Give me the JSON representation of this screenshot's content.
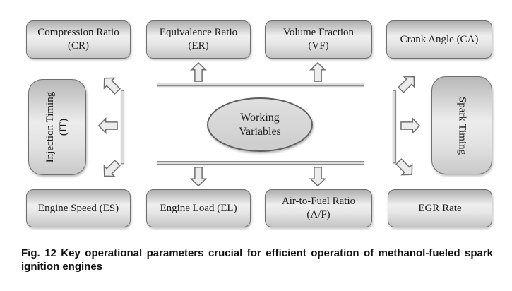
{
  "diagram": {
    "center": {
      "line1": "Working",
      "line2": "Variables"
    },
    "nodes": {
      "cr": {
        "line1": "Compression Ratio",
        "line2": "(CR)"
      },
      "er": {
        "line1": "Equivalence Ratio",
        "line2": "(ER)"
      },
      "vf": {
        "line1": "Volume Fraction",
        "line2": "(VF)"
      },
      "ca": {
        "line1": "Crank Angle (CA)"
      },
      "it": {
        "line1": "Injection Timing",
        "line2": "(IT)"
      },
      "st": {
        "line1": "Spark Timing"
      },
      "es": {
        "line1": "Engine Speed (ES)"
      },
      "el": {
        "line1": "Engine Load (EL)"
      },
      "af": {
        "line1": "Air-to-Fuel Ratio",
        "line2": "(A/F)"
      },
      "egr": {
        "line1": "EGR Rate"
      }
    },
    "icons": {
      "arrow_up": "arrow-up-icon",
      "arrow_down": "arrow-down-icon",
      "arrow_left": "arrow-left-icon",
      "arrow_right": "arrow-right-icon",
      "arrow_up_left": "arrow-up-left-icon",
      "arrow_up_right": "arrow-up-right-icon",
      "arrow_down_left": "arrow-down-left-icon",
      "arrow_down_right": "arrow-down-right-icon"
    },
    "colors": {
      "box_border": "#6f6f6f",
      "box_fill_top": "#aeaeae",
      "box_fill_mid": "#efefef",
      "box_fill_bottom": "#c4c4c4",
      "arrow_fill": "#ececec",
      "background": "#ffffff",
      "text": "#1b1b1b"
    }
  },
  "caption": {
    "line1": "Fig. 12  Key operational parameters crucial for efficient operation of methanol-fueled spark",
    "line2": "ignition engines"
  }
}
